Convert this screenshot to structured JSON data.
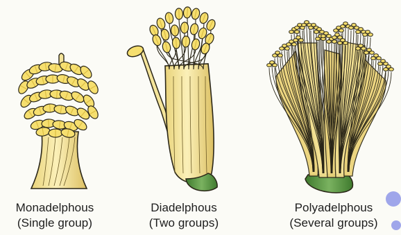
{
  "figures": [
    {
      "name": "Monadelphous",
      "description": "(Single group)"
    },
    {
      "name": "Diadelphous",
      "description": "(Two groups)"
    },
    {
      "name": "Polyadelphous",
      "description": "(Several groups)"
    }
  ],
  "colors": {
    "filament": "#f4e49a",
    "filament_shade": "#e5cf6d",
    "anther": "#f6df6f",
    "anther_shade": "#dcbd43",
    "outline": "#2a2618",
    "base_green": "#4f8a3a",
    "base_green_light": "#7ab260",
    "background": "#fbfbf6",
    "accent_dot": "#9fa6ea"
  }
}
